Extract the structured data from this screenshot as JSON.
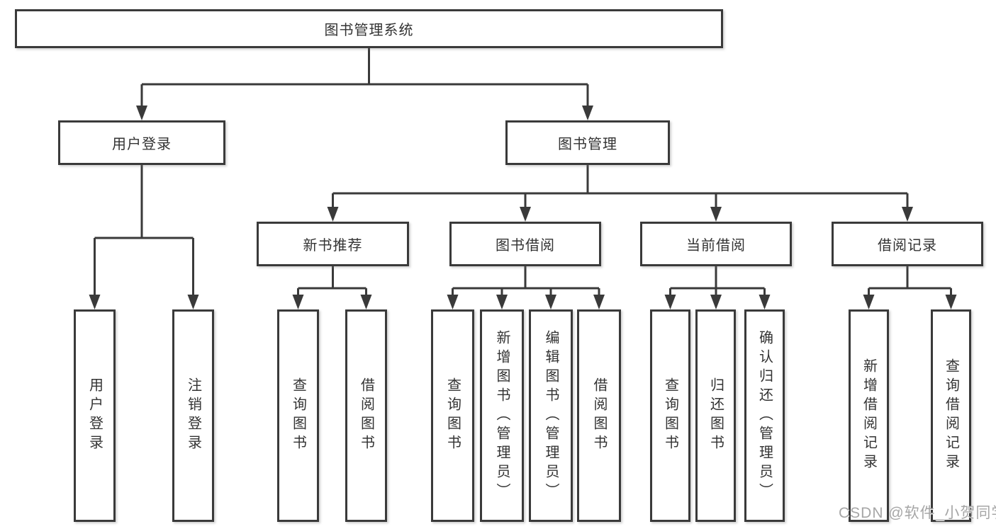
{
  "tree": {
    "root": {
      "label": "图书管理系统"
    },
    "children": [
      {
        "label": "用户登录",
        "children": [
          {
            "label": "用户登录"
          },
          {
            "label": "注销登录"
          }
        ]
      },
      {
        "label": "图书管理",
        "children": [
          {
            "label": "新书推荐",
            "children": [
              {
                "label": "查询图书"
              },
              {
                "label": "借阅图书"
              }
            ]
          },
          {
            "label": "图书借阅",
            "children": [
              {
                "label": "查询图书"
              },
              {
                "label": "新增图书（管理员）"
              },
              {
                "label": "编辑图书（管理员）"
              },
              {
                "label": "借阅图书"
              }
            ]
          },
          {
            "label": "当前借阅",
            "children": [
              {
                "label": "查询图书"
              },
              {
                "label": "归还图书"
              },
              {
                "label": "确认归还（管理员）"
              }
            ]
          },
          {
            "label": "借阅记录",
            "children": [
              {
                "label": "新增借阅记录"
              },
              {
                "label": "查询借阅记录"
              }
            ]
          }
        ]
      }
    ]
  },
  "watermark": {
    "text": "CSDN @软件_小贺同学"
  },
  "colors": {
    "line": "#3a3a3a",
    "text": "#333333",
    "background": "#ffffff",
    "watermark": "#a6a6a6"
  }
}
